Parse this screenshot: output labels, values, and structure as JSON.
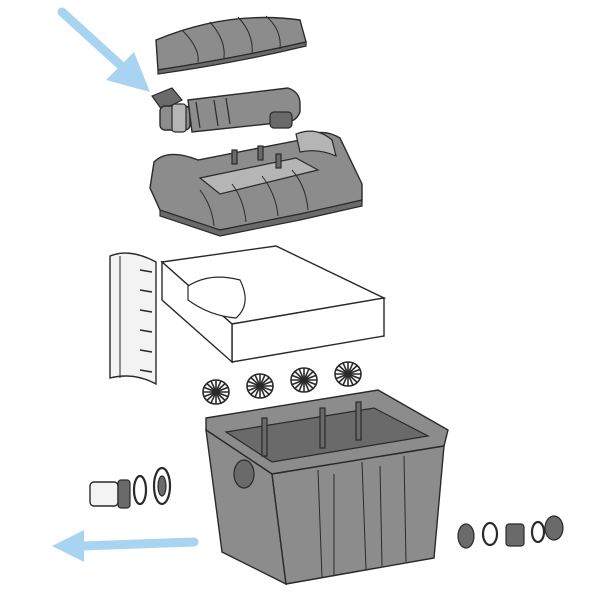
{
  "diagram": {
    "type": "exploded-assembly",
    "parts": [
      {
        "id": "lid",
        "label": ""
      },
      {
        "id": "uv-clarifier",
        "label": ""
      },
      {
        "id": "spray-bar-tray",
        "label": ""
      },
      {
        "id": "filter-foam",
        "label": ""
      },
      {
        "id": "side-panel",
        "label": ""
      },
      {
        "id": "bio-balls",
        "label": "",
        "count": 4
      },
      {
        "id": "filter-box",
        "label": ""
      },
      {
        "id": "outlet-fitting-left",
        "label": ""
      },
      {
        "id": "inlet-fitting-right",
        "label": ""
      }
    ],
    "arrows": [
      {
        "id": "inflow-arrow",
        "direction": "down-right",
        "meaning": ""
      },
      {
        "id": "outflow-arrow",
        "direction": "left",
        "meaning": ""
      }
    ]
  },
  "colors": {
    "part_fill": "#8c8c8c",
    "part_dark": "#6a6a6a",
    "part_light": "#b5b5b5",
    "outline": "#2a2a2a",
    "foam_fill": "#ffffff",
    "arrow": "#a8d4f2"
  }
}
